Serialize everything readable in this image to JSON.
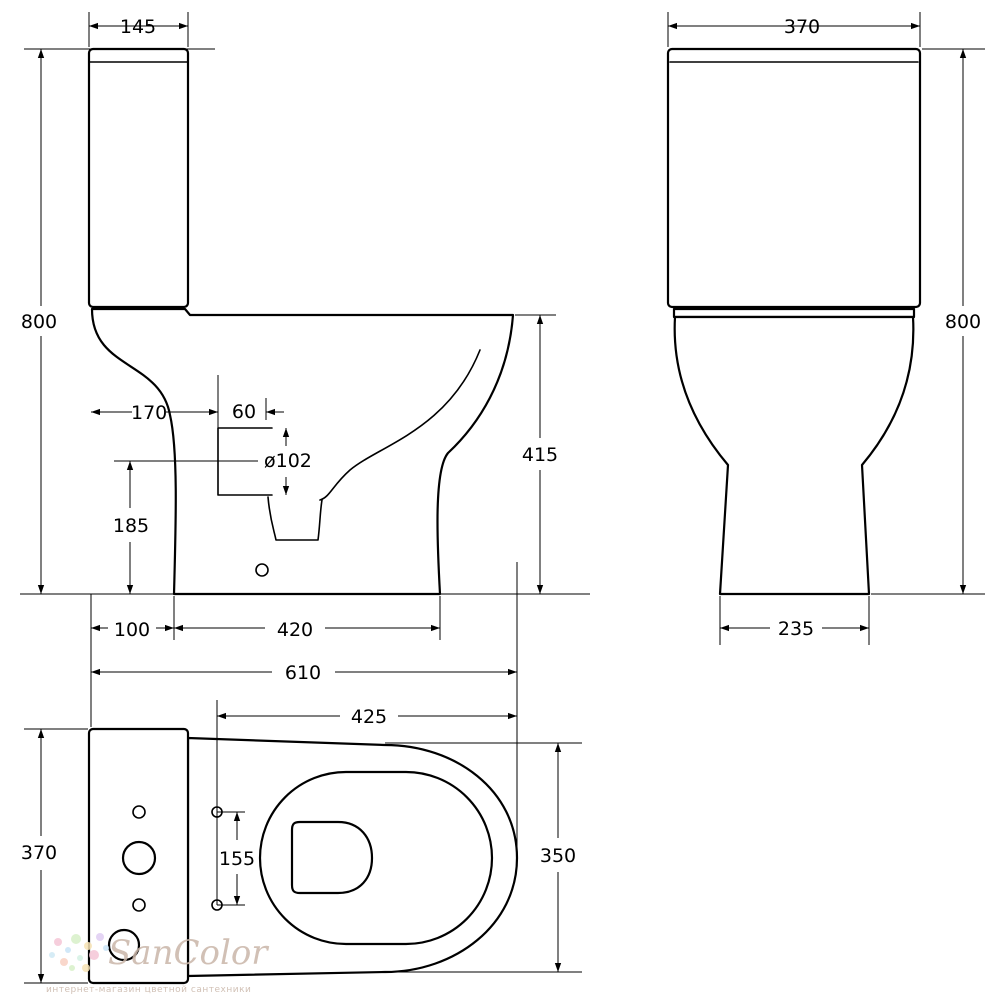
{
  "dimensions": {
    "tank_depth": "145",
    "total_width_front": "370",
    "height_left": "800",
    "height_right": "800",
    "outlet_offset": "170",
    "outlet_diameter_box": "60",
    "outlet_diameter": "ø102",
    "outlet_height": "185",
    "seat_height": "415",
    "back_offset": "100",
    "foot_length": "420",
    "total_length": "610",
    "foot_width": "235",
    "mount_distance": "425",
    "plan_width_left": "370",
    "plan_bowl_width": "350",
    "mount_spacing": "155"
  },
  "watermark": {
    "brand": "SanColor",
    "tagline": "интернет-магазин цветной сантехники",
    "dot_colors": [
      "#f5c6d6",
      "#c9e4f7",
      "#d8f0c8",
      "#f7e3b5",
      "#e0cdf3",
      "#cfe9f5",
      "#f9d1c2",
      "#d5f2e4"
    ]
  }
}
